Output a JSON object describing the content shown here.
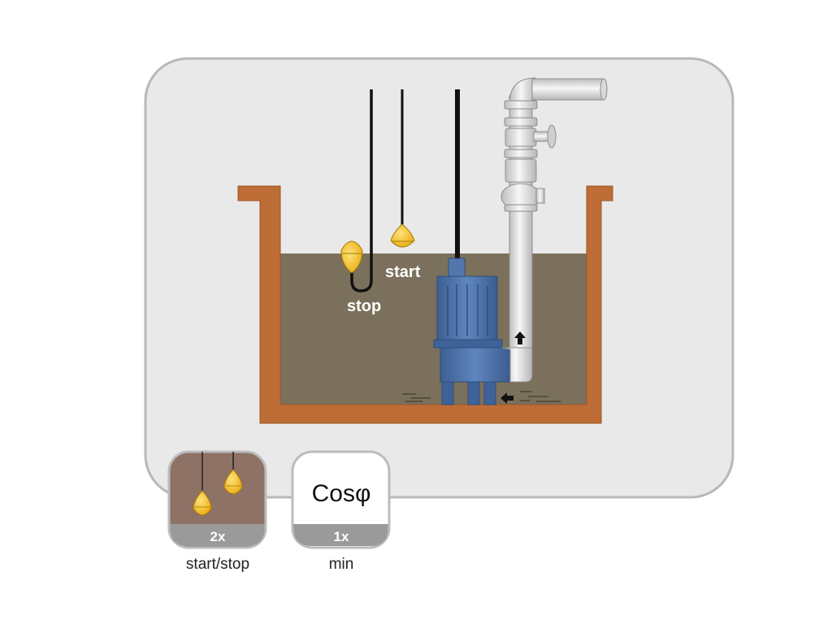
{
  "labels": {
    "stop": "stop",
    "start": "start"
  },
  "icons": [
    {
      "count": "2x",
      "caption": "start/stop",
      "icon": "float-switch-icon"
    },
    {
      "count": "1x",
      "caption": "min",
      "symbol": "Cosφ",
      "icon": "cos-phi-icon"
    }
  ],
  "colors": {
    "panel_bg": "#e9e9e9",
    "panel_border": "#b8b8b8",
    "tank_wall": "#bd6d35",
    "liquid": "#7b705c",
    "pump": "#4f75ad",
    "float": "#f2bb1c",
    "pipe": "#e4e4e4",
    "icon_brown": "#8d7265",
    "icon_band": "#9a9a9a"
  }
}
